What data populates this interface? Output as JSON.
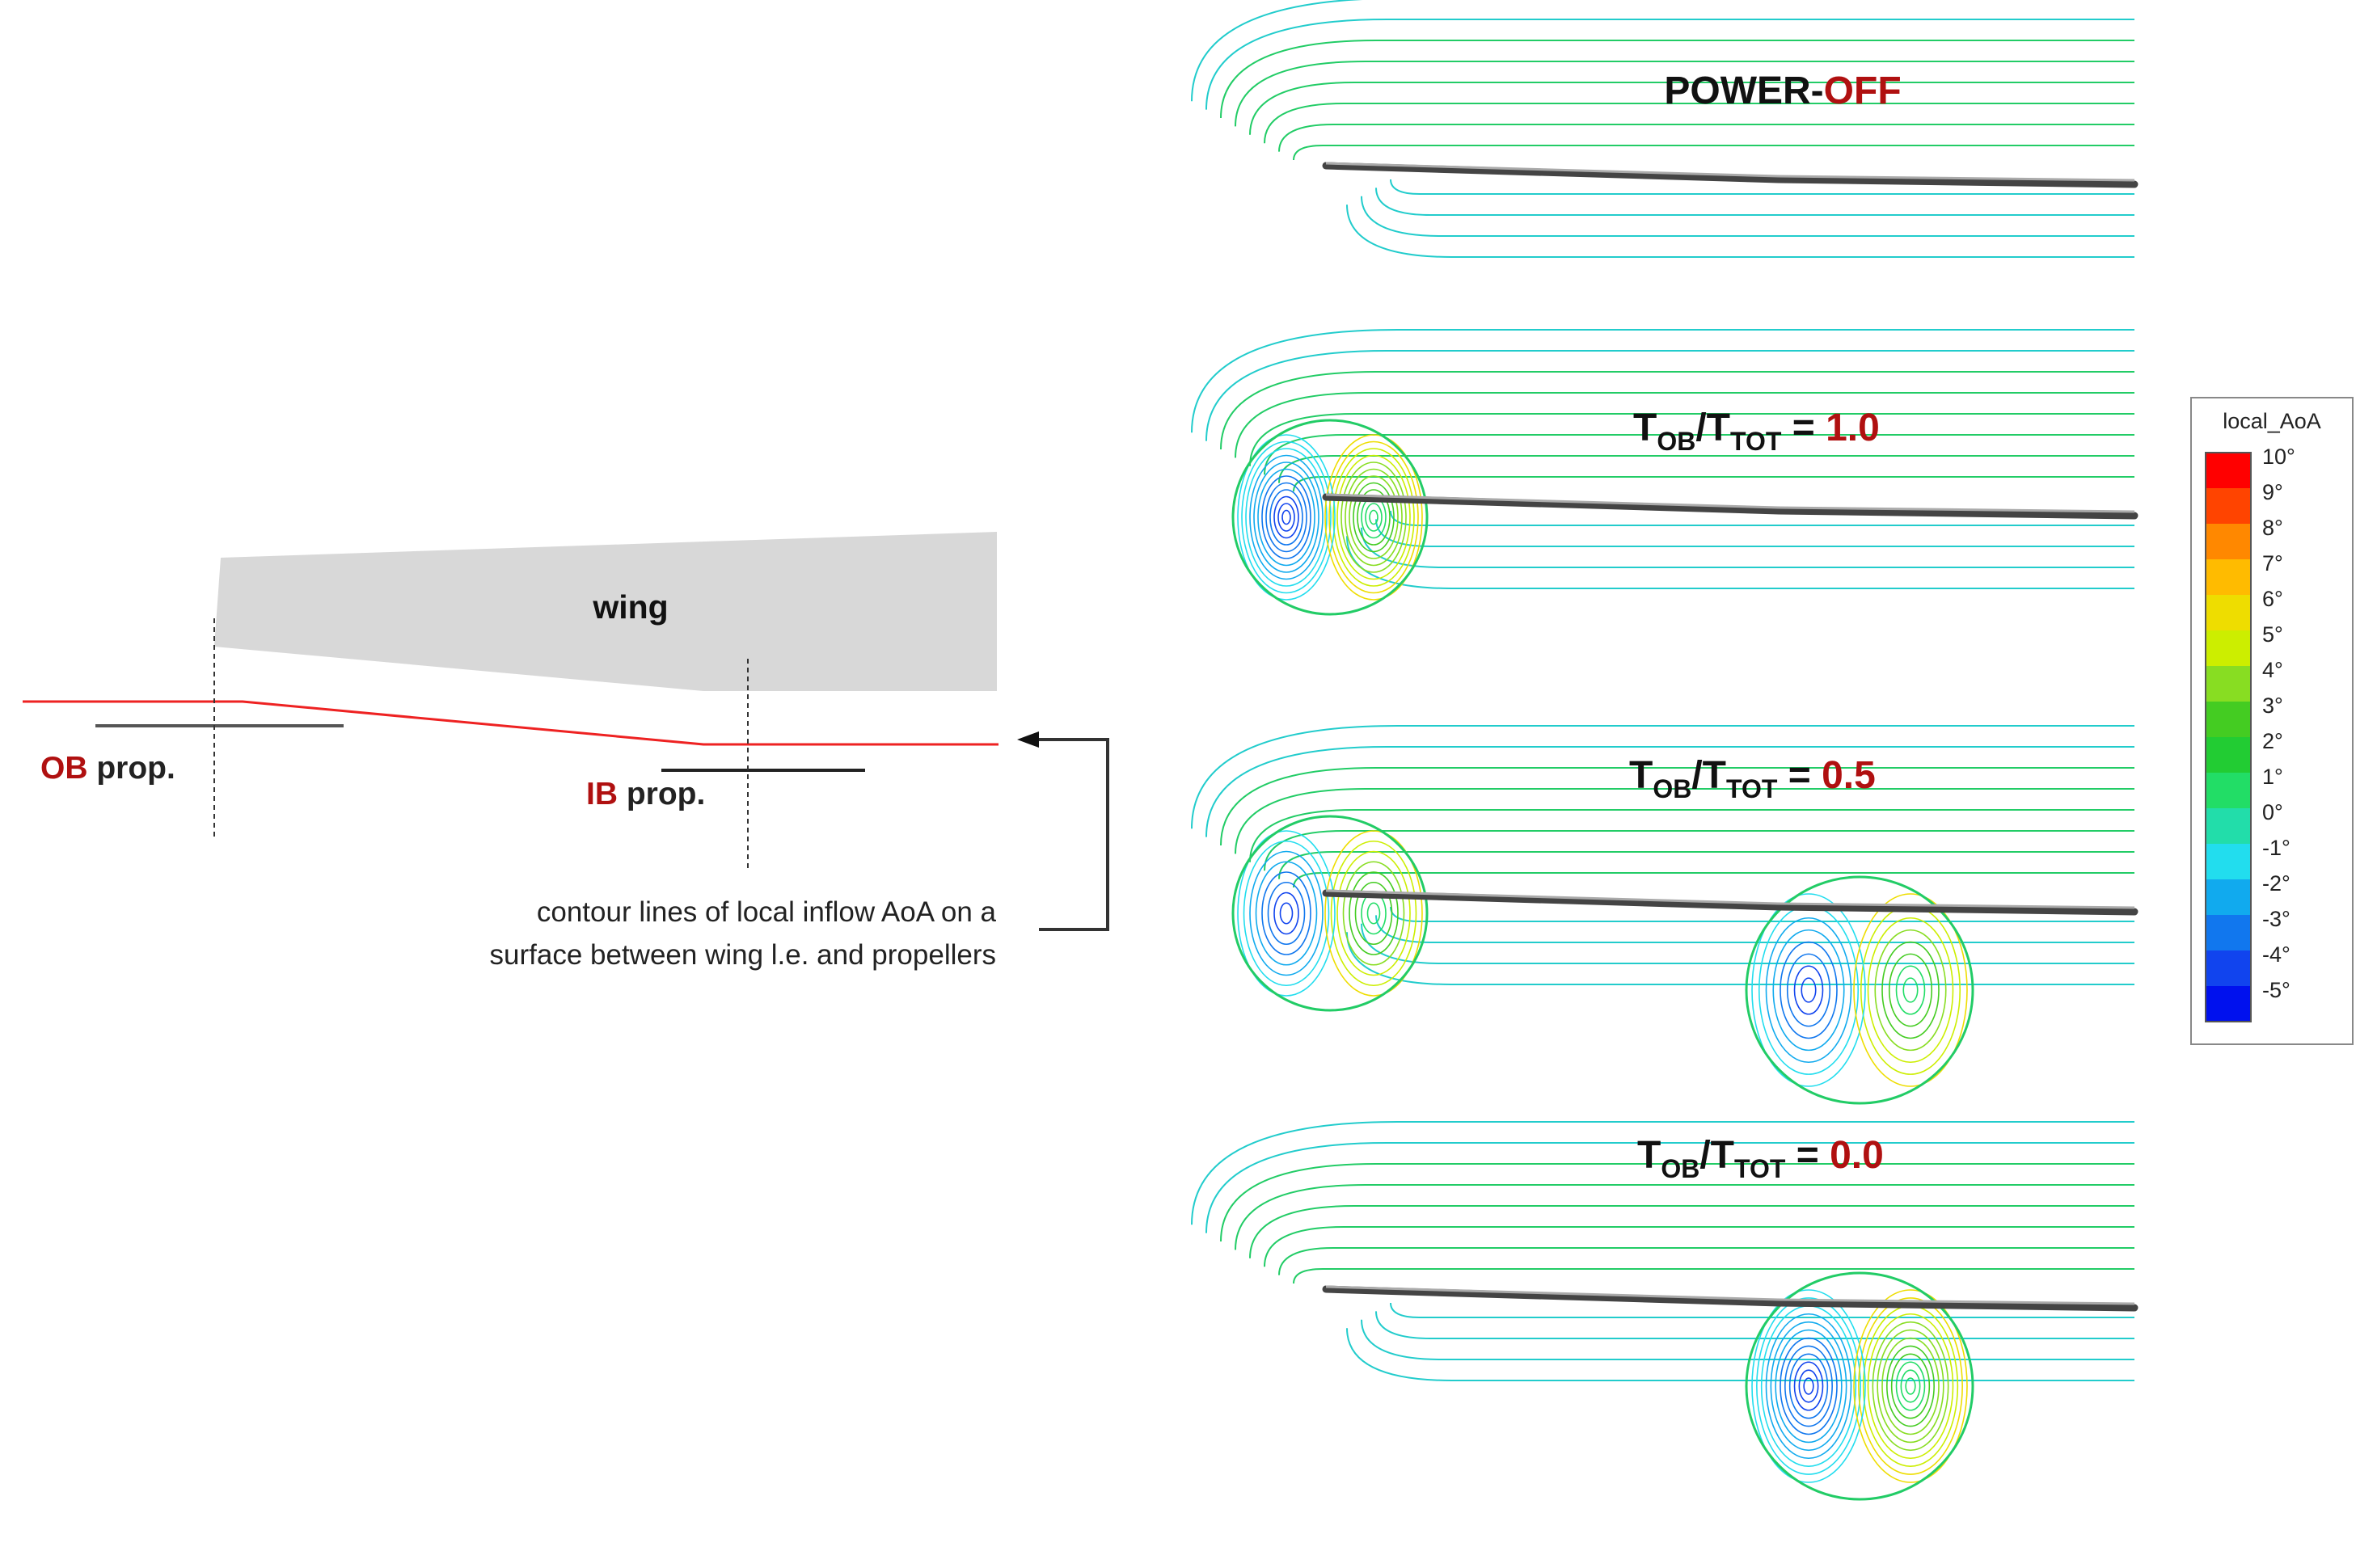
{
  "schematic": {
    "wing_label": "wing",
    "ob_prefix": "OB",
    "ob_suffix": " prop.",
    "ib_prefix": "IB",
    "ib_suffix": " prop.",
    "caption_line1": "contour lines of local inflow AoA on a",
    "caption_line2": "surface between wing l.e. and propellers"
  },
  "panels": [
    {
      "id": "power-off",
      "title_black": "POWER-",
      "title_red": "OFF",
      "prop": "none"
    },
    {
      "id": "ratio-1-0",
      "T": "T",
      "sub_ob": "OB",
      "slash": "/T",
      "sub_tot": "TOT",
      "eq": " = ",
      "value": "1.0",
      "prop": "ob"
    },
    {
      "id": "ratio-0-5",
      "T": "T",
      "sub_ob": "OB",
      "slash": "/T",
      "sub_tot": "TOT",
      "eq": " = ",
      "value": "0.5",
      "prop": "both"
    },
    {
      "id": "ratio-0-0",
      "T": "T",
      "sub_ob": "OB",
      "slash": "/T",
      "sub_tot": "TOT",
      "eq": " = ",
      "value": "0.0",
      "prop": "ib"
    }
  ],
  "legend": {
    "title": "local_AoA",
    "levels": [
      "10°",
      "9°",
      "8°",
      "7°",
      "6°",
      "5°",
      "4°",
      "3°",
      "2°",
      "1°",
      "0°",
      "-1°",
      "-2°",
      "-3°",
      "-4°",
      "-5°"
    ],
    "colors": [
      "#ff0000",
      "#ff4400",
      "#ff8800",
      "#ffbb00",
      "#eedd00",
      "#ccee00",
      "#88dd22",
      "#44cc22",
      "#22cc33",
      "#22dd66",
      "#22ddaa",
      "#22ddee",
      "#11aaee",
      "#1177ee",
      "#1144ee",
      "#0011ee"
    ]
  },
  "colors": {
    "accent_red": "#b01010",
    "wing_fill": "#d8d8d8",
    "plane_line": "#ee2222",
    "contour_main": "#22cc66",
    "contour_low": "#22cccc"
  }
}
